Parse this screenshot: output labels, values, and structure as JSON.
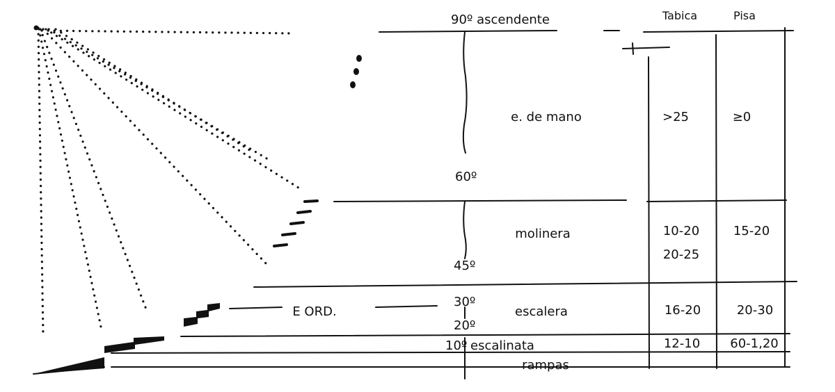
{
  "headers": {
    "tabica": "Tabica",
    "pisa": "Pisa"
  },
  "angles": {
    "a90": "90º ascendente",
    "a60": "60º",
    "a45": "45º",
    "a30": "30º",
    "a20": "20º",
    "a10": "10º"
  },
  "rows": [
    {
      "name": "e. de mano",
      "tabica": ">25",
      "pisa": "≥0"
    },
    {
      "name": "molinera",
      "tabica_1": "10-20",
      "tabica_2": "20-25",
      "pisa": "15-20"
    },
    {
      "name": "escalera",
      "tabica": "16-20",
      "pisa": "20-30"
    },
    {
      "name": "escalinata",
      "tabica": "12-10",
      "pisa": "60-1,20"
    },
    {
      "name": "rampas"
    }
  ],
  "eord_label": "E ORD."
}
